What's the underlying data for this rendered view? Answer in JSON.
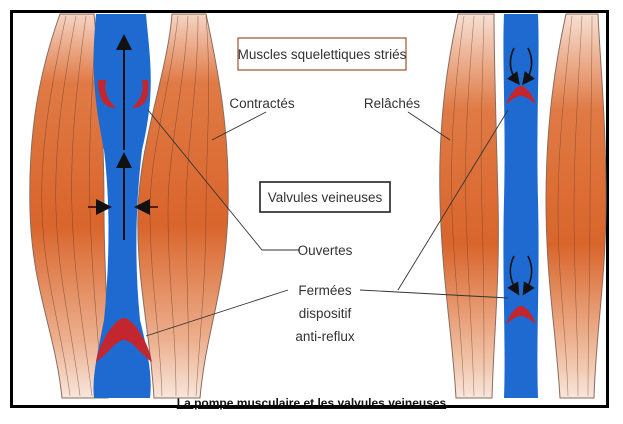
{
  "labels": {
    "muscles_title": "Muscles squelettiques striés",
    "contracted": "Contractés",
    "relaxed": "Relâchés",
    "valves_title": "Valvules veineuses",
    "open": "Ouvertes",
    "closed_line1": "Fermées",
    "closed_line2": "dispositif",
    "closed_line3": "anti-reflux"
  },
  "caption": "La pompe musculaire et les valvules veineuses",
  "colors": {
    "muscle": "#d9652b",
    "vein": "#1f6ad0",
    "valve": "#c2262e",
    "line": "#333333"
  }
}
